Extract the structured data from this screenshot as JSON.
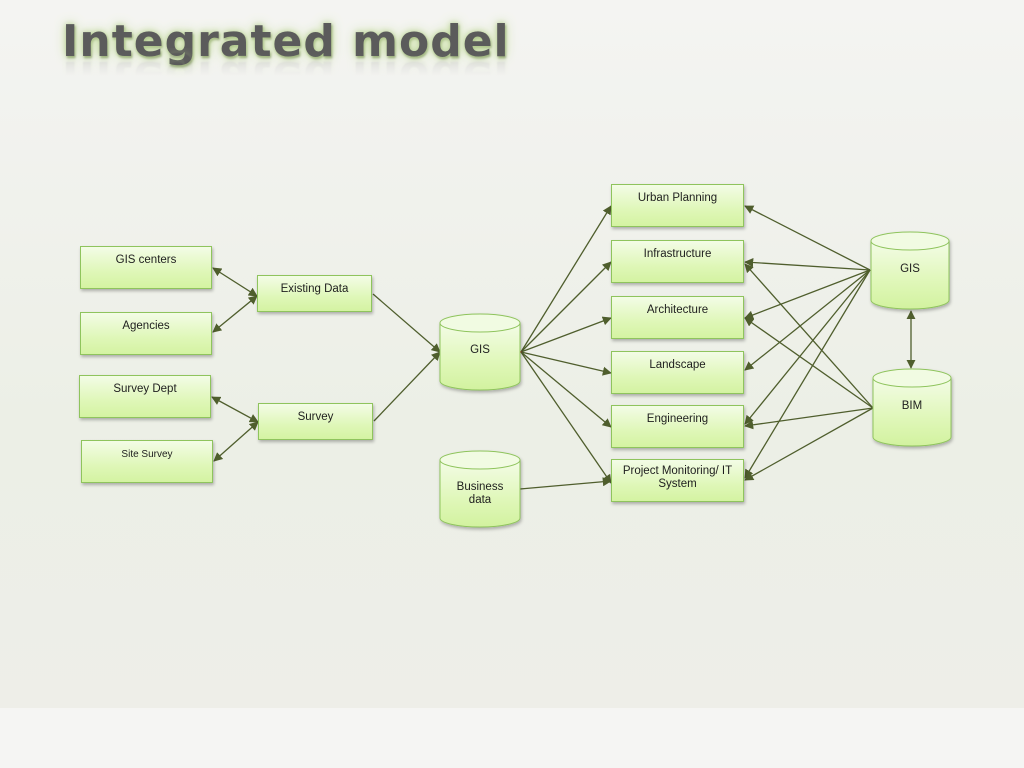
{
  "slide": {
    "title": "Integrated model"
  },
  "diagram": {
    "sources": {
      "gis_centers": "GIS centers",
      "agencies": "Agencies",
      "survey_dept": "Survey Dept",
      "site_survey": "Site Survey"
    },
    "intermediate": {
      "existing_data": "Existing Data",
      "survey": "Survey"
    },
    "stores": {
      "gis_center": "GIS",
      "business_data": "Business data",
      "gis_right": "GIS",
      "bim": "BIM"
    },
    "applications": {
      "urban_planning": "Urban Planning",
      "infrastructure": "Infrastructure",
      "architecture": "Architecture",
      "landscape": "Landscape",
      "engineering": "Engineering",
      "project_monitoring": "Project Monitoring/ IT System"
    },
    "colors": {
      "box_fill": "#dff7b8",
      "box_border": "#8fc45d",
      "connector": "#4f5e2d"
    }
  }
}
